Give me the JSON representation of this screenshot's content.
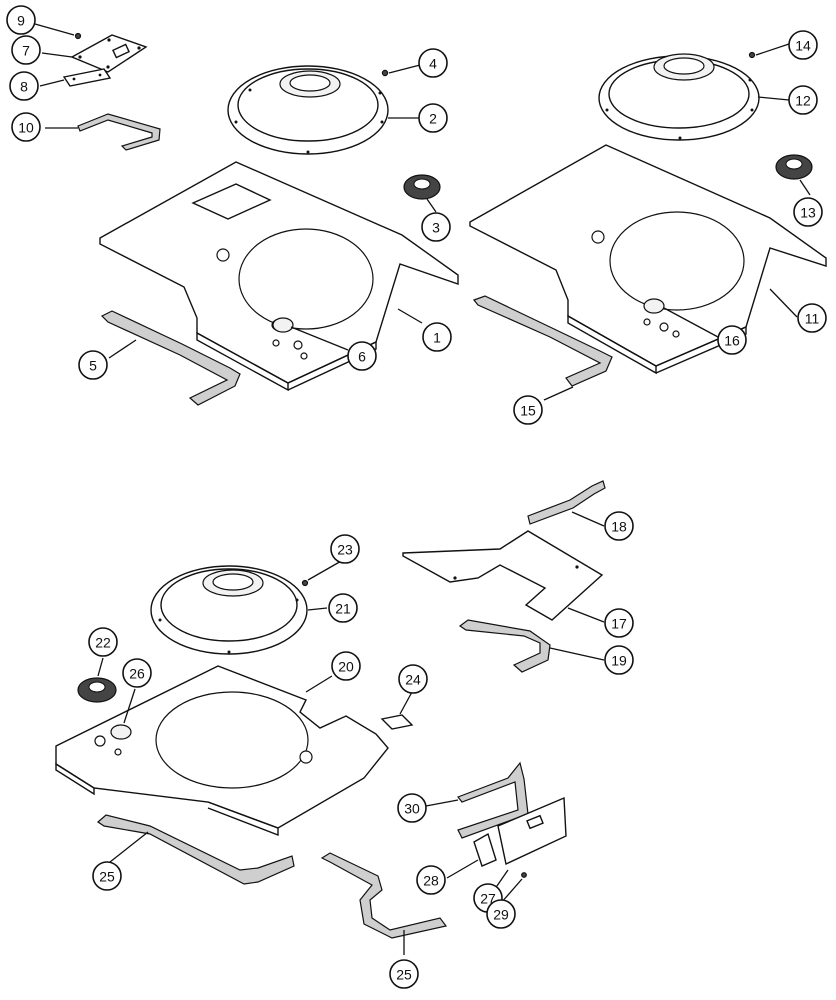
{
  "callouts": [
    {
      "id": "c9",
      "label": "9"
    },
    {
      "id": "c7",
      "label": "7"
    },
    {
      "id": "c8",
      "label": "8"
    },
    {
      "id": "c10",
      "label": "10"
    },
    {
      "id": "c4",
      "label": "4"
    },
    {
      "id": "c2",
      "label": "2"
    },
    {
      "id": "c3",
      "label": "3"
    },
    {
      "id": "c1",
      "label": "1"
    },
    {
      "id": "c5",
      "label": "5"
    },
    {
      "id": "c6",
      "label": "6"
    },
    {
      "id": "c14",
      "label": "14"
    },
    {
      "id": "c12",
      "label": "12"
    },
    {
      "id": "c13",
      "label": "13"
    },
    {
      "id": "c11",
      "label": "11"
    },
    {
      "id": "c16",
      "label": "16"
    },
    {
      "id": "c15",
      "label": "15"
    },
    {
      "id": "c18",
      "label": "18"
    },
    {
      "id": "c17",
      "label": "17"
    },
    {
      "id": "c19",
      "label": "19"
    },
    {
      "id": "c23",
      "label": "23"
    },
    {
      "id": "c21",
      "label": "21"
    },
    {
      "id": "c22",
      "label": "22"
    },
    {
      "id": "c26",
      "label": "26"
    },
    {
      "id": "c20",
      "label": "20"
    },
    {
      "id": "c24",
      "label": "24"
    },
    {
      "id": "c30",
      "label": "30"
    },
    {
      "id": "c25a",
      "label": "25"
    },
    {
      "id": "c28",
      "label": "28"
    },
    {
      "id": "c27",
      "label": "27"
    },
    {
      "id": "c29",
      "label": "29"
    },
    {
      "id": "c25b",
      "label": "25"
    }
  ]
}
